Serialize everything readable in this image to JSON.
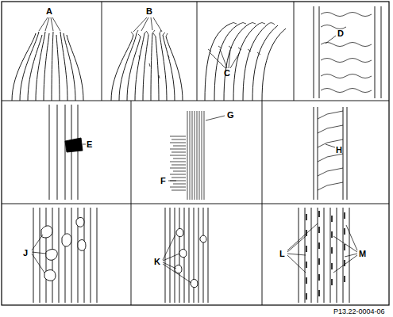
{
  "diagram": {
    "labels": [
      "A",
      "B",
      "C",
      "D",
      "E",
      "F",
      "G",
      "H",
      "J",
      "K",
      "L",
      "M",
      "P13.22-0004-06"
    ]
  }
}
